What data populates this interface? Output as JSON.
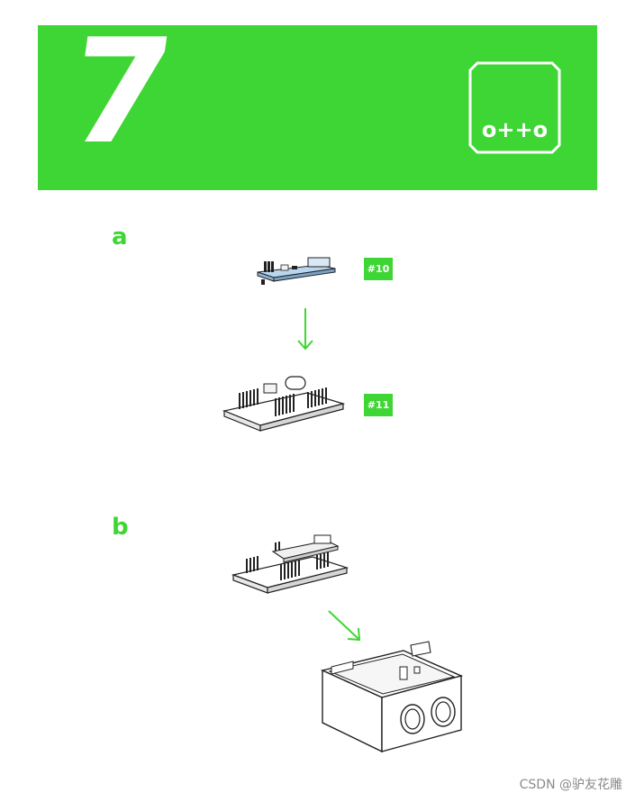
{
  "header": {
    "step_number": "7",
    "logo_text": "o++o",
    "accent_color": "#3ed634"
  },
  "sections": [
    {
      "letter": "a",
      "parts": [
        "#10",
        "#11"
      ]
    },
    {
      "letter": "b"
    }
  ],
  "icons": {
    "arrow_a": "down-arrow-icon",
    "arrow_b": "diagonal-arrow-icon"
  },
  "watermark": "CSDN @驴友花雕"
}
